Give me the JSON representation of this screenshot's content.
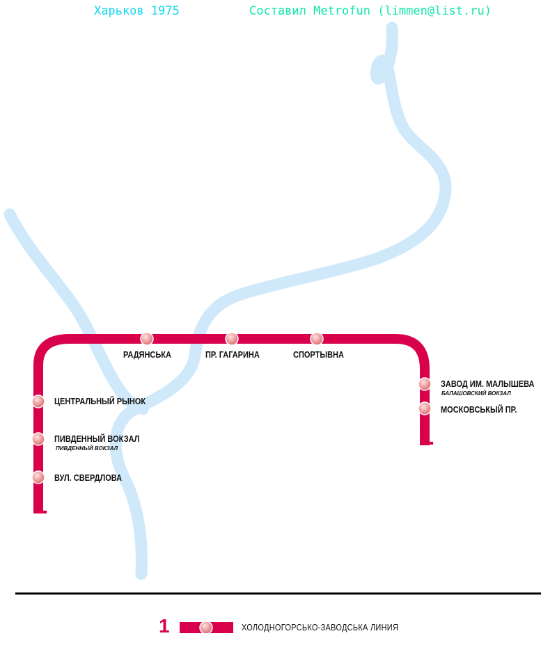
{
  "header": {
    "city_year": "Харьков 1975",
    "credit": "Составил Metrofun (limmen@list.ru)"
  },
  "colors": {
    "line1": "#d9004c",
    "river": "#cfe9fb",
    "title": "#11d8f0",
    "credit": "#11e8a8"
  },
  "line": {
    "number": "1",
    "name": "ХОЛОДНОГОРСЬКО-ЗАВОДСЬКА ЛИНИЯ"
  },
  "stations": [
    {
      "name": "ВУЛ. СВЕРДЛОВА"
    },
    {
      "name": "ПИВДЕННЫЙ ВОКЗАЛ",
      "transfer": "ПИВДЕННЫЙ ВОКЗАЛ"
    },
    {
      "name": "ЦЕНТРАЛЬНЫЙ РЫНОК"
    },
    {
      "name": "РАДЯНСЬКА"
    },
    {
      "name": "ПР. ГАГАРИНА"
    },
    {
      "name": "СПОРТЫВНА"
    },
    {
      "name": "ЗАВОД ИМ. МАЛЫШЕВА",
      "transfer": "БАЛАШОВСКИЙ ВОКЗАЛ"
    },
    {
      "name": "МОСКОВСЬКЫЙ ПР."
    }
  ],
  "legend": {
    "number": "1",
    "label": "ХОЛОДНОГОРСЬКО-ЗАВОДСЬКА ЛИНИЯ"
  }
}
